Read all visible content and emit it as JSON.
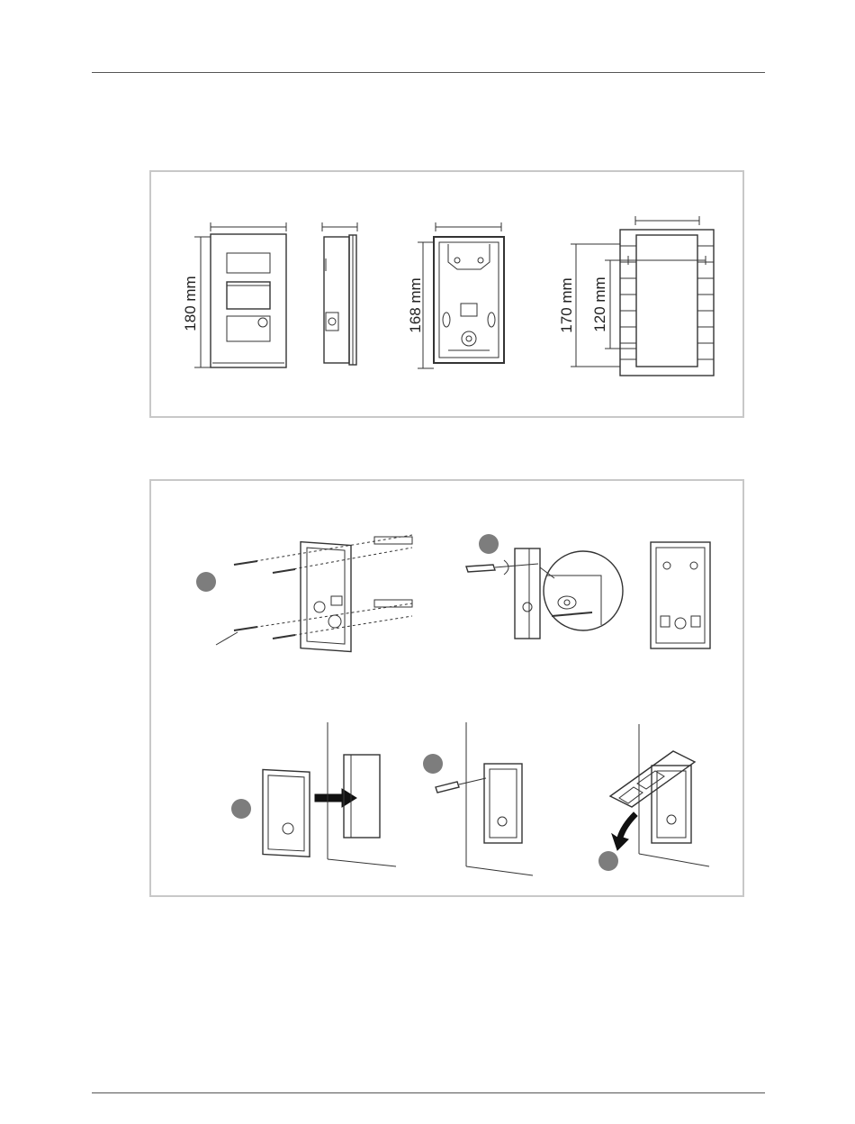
{
  "panel_dimensions": {
    "labels": {
      "height_front": "180 mm",
      "height_backbox": "168 mm",
      "height_cutout": "170 mm",
      "height_inner": "120 mm"
    }
  },
  "panel_installation": {
    "step_markers": 5
  }
}
